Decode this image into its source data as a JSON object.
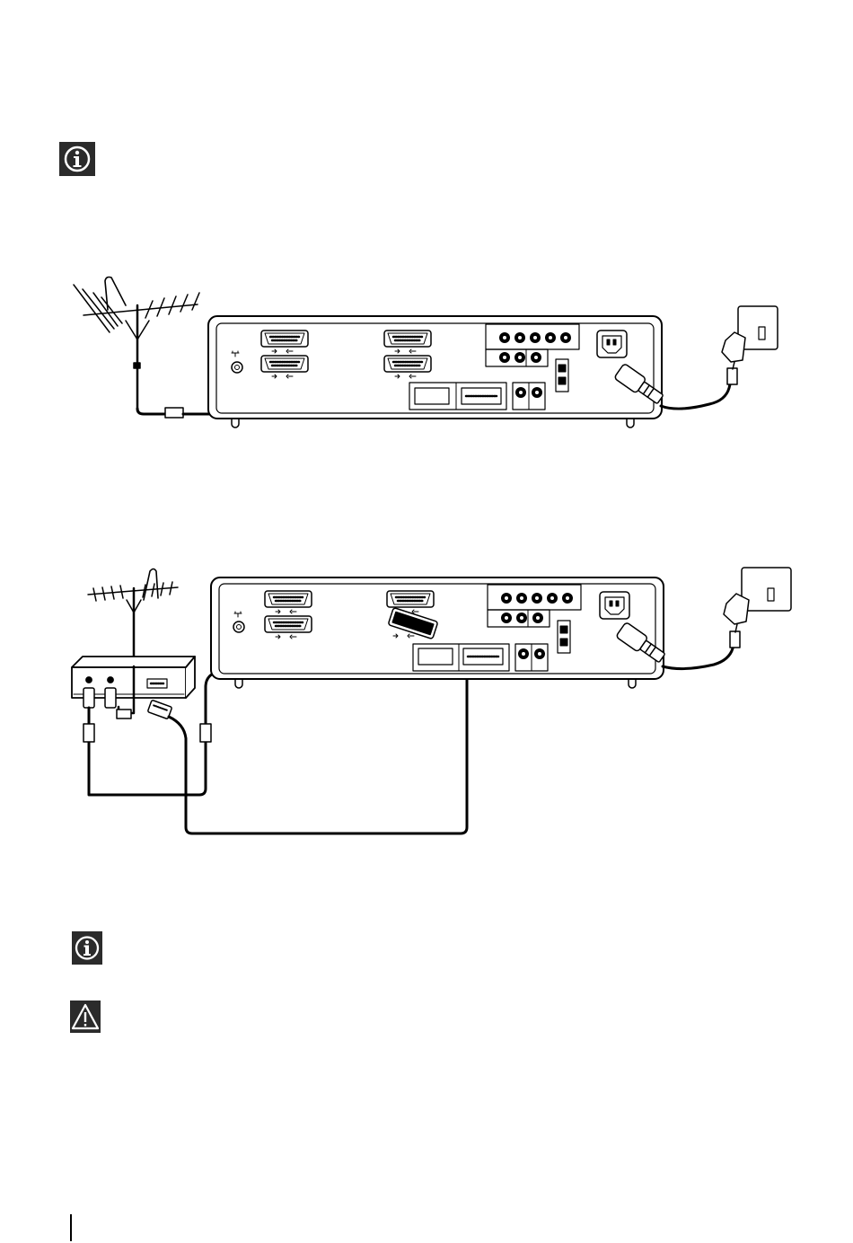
{
  "icons": {
    "info_top": "info-icon",
    "info_bottom": "info-icon",
    "warning": "warning-triangle-icon"
  },
  "diagrams": [
    {
      "name": "antenna-to-tv",
      "devices": [
        "antenna",
        "tv-rear-panel",
        "wall-socket"
      ]
    },
    {
      "name": "antenna-vcr-to-tv",
      "devices": [
        "antenna",
        "vcr",
        "tv-rear-panel",
        "wall-socket"
      ]
    }
  ],
  "colors": {
    "line": "#000000",
    "icon_bg": "#2b2b2b",
    "icon_fg": "#ffffff"
  }
}
